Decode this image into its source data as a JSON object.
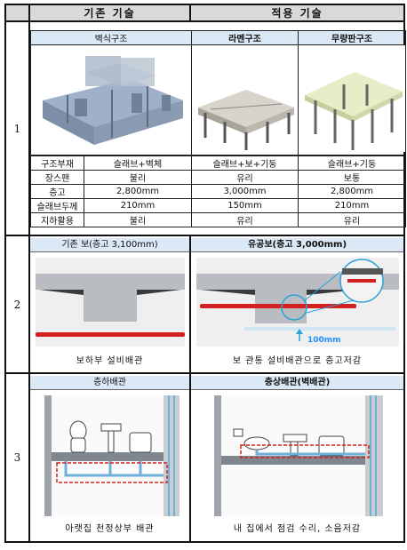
{
  "header": {
    "existing": "기존 기술",
    "applied": "적용 기술"
  },
  "row1": {
    "number": "1",
    "structures": [
      "벽식구조",
      "라멘구조",
      "무량판구조"
    ],
    "specs": [
      {
        "label": "구조부재",
        "values": [
          "슬래브+벽체",
          "슬래브+보+기둥",
          "슬래브+기둥"
        ]
      },
      {
        "label": "장스팬",
        "values": [
          "불리",
          "유리",
          "보통"
        ]
      },
      {
        "label": "층고",
        "values": [
          "2,800mm",
          "3,000mm",
          "2,800mm"
        ]
      },
      {
        "label": "슬래브두께",
        "values": [
          "210mm",
          "150mm",
          "210mm"
        ]
      },
      {
        "label": "지하활용",
        "values": [
          "불리",
          "유리",
          "유리"
        ]
      }
    ]
  },
  "row2": {
    "number": "2",
    "left_title": "기존 보(층고 3,100mm)",
    "right_title": "유공보(층고 3,000mm)",
    "right_dimension": "100mm",
    "left_caption": "보하부 설비배관",
    "right_caption": "보 관통 설비배관으로 층고저감"
  },
  "row3": {
    "number": "3",
    "left_title": "층하배관",
    "right_title": "층상배관(벽배관)",
    "left_caption": "아랫집 천정상부 배관",
    "right_caption": "내 집에서 점검 수리, 소음저감"
  }
}
